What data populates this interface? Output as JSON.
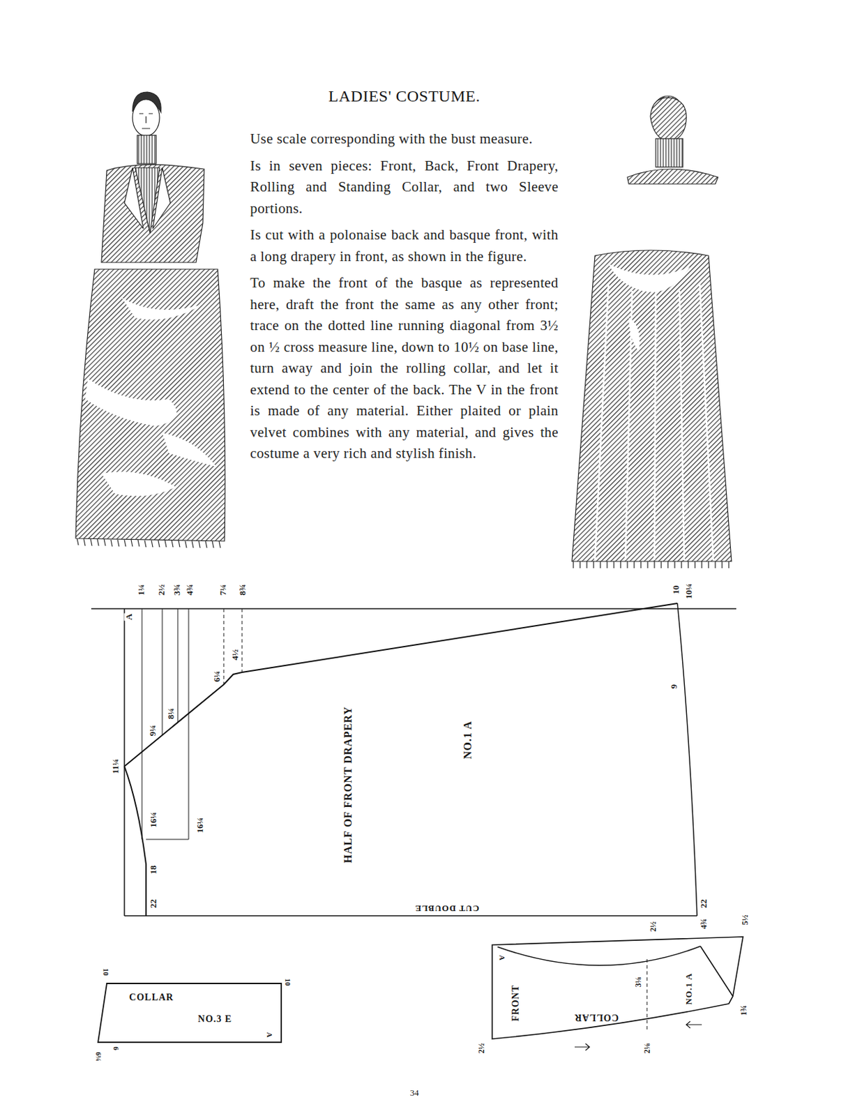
{
  "diagram": {
    "title": "LADIES' COSTUME.",
    "nodes": [
      {
        "text": [
          "HALF OF FRONT DRAPERY",
          "NO.1 A",
          "CUT DOUBLE"
        ]
      },
      {
        "text": [
          "COLLAR",
          "NO.3 E"
        ]
      },
      {
        "text": [
          "FRONT",
          "COLLAR",
          "NO.1 A"
        ]
      }
    ],
    "labels": [
      "Use scale corresponding with the bust measure.",
      "Is in seven pieces: Front, Back, Front Drapery, Rolling and Standing Collar, and two Sleeve portions.",
      "Is cut with a polonaise back and basque front, with a long drapery in front, as shown in the figure.",
      "To make the front of the basque as represented here, draft the front the same as any other front; trace on the dotted line running diagonal from 3½ on ½ cross measure line, down to 10½ on base line, turn away and join the rolling collar, and let it extend to the center of the back. The V in the front is made of any material. Either plaited or plain velvet combines with any material, and gives the costume a very rich and stylish finish.",
      "A",
      "1¼",
      "2½",
      "3¾",
      "4¾",
      "7¼",
      "8¾",
      "10",
      "10¼",
      "4½",
      "6¼",
      "8¼",
      "9¼",
      "11¼",
      "16¼",
      "16¼",
      "18",
      "22",
      "9",
      "22",
      "10",
      "10",
      "6",
      "6¼",
      "A",
      "A",
      "2½",
      "4¾",
      "5½",
      "3⅛",
      "2⅛",
      "2½",
      "1¾",
      "34"
    ]
  }
}
